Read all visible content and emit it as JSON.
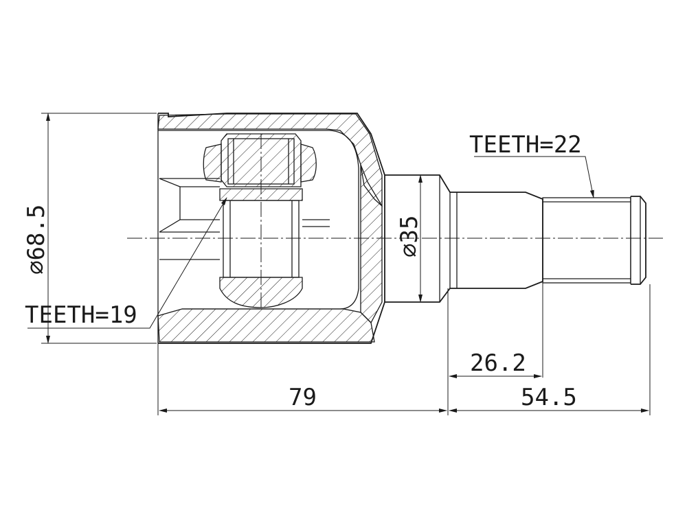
{
  "labels": {
    "outer_diameter": "⌀68.5",
    "stem_diameter": "⌀35",
    "inner_teeth": "TEETH=19",
    "outer_teeth": "TEETH=22"
  },
  "dimensions": {
    "body_length": "79",
    "stem_length": "54.5",
    "spline_length": "26.2"
  },
  "colors": {
    "line": "#1a1a1a",
    "background": "#ffffff"
  }
}
